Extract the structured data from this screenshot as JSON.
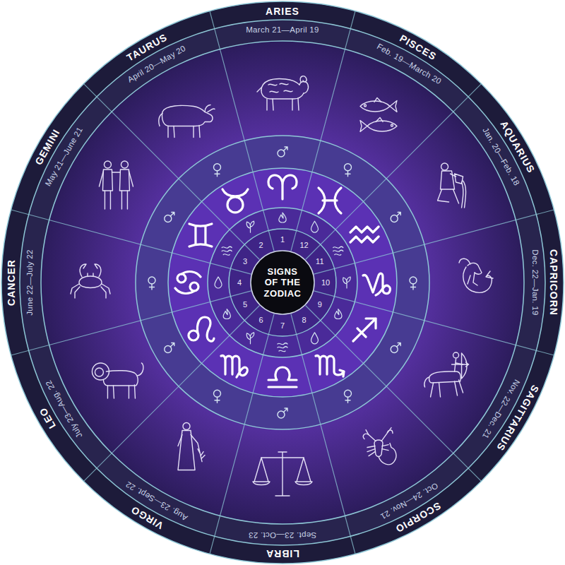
{
  "diagram": {
    "nodes": [
      {
        "text": [
          "SIGNS OF THE ZODIAC"
        ]
      }
    ],
    "labels": [
      "ARIES",
      "TAURUS",
      "GEMINI",
      "CANCER",
      "LEO",
      "VIRGO",
      "LIBRA",
      "SCORPIO",
      "SAGITTARIUS",
      "CAPRICORN",
      "AQUARIUS",
      "PISCES",
      "March 21—April 19",
      "April 20—May 20",
      "May 21—June 21",
      "June 22—July 22",
      "July 23—Aug. 22",
      "Aug. 23—Sept. 22",
      "Sept. 23—Oct. 23",
      "Oct. 24—Nov. 21",
      "Nov. 22—Dec. 21",
      "Dec. 22—Jan. 19",
      "Jan. 20—Feb. 18",
      "Feb. 19—March 20",
      "1",
      "2",
      "3",
      "4",
      "5",
      "6",
      "7",
      "8",
      "9",
      "10",
      "11",
      "12"
    ]
  }
}
